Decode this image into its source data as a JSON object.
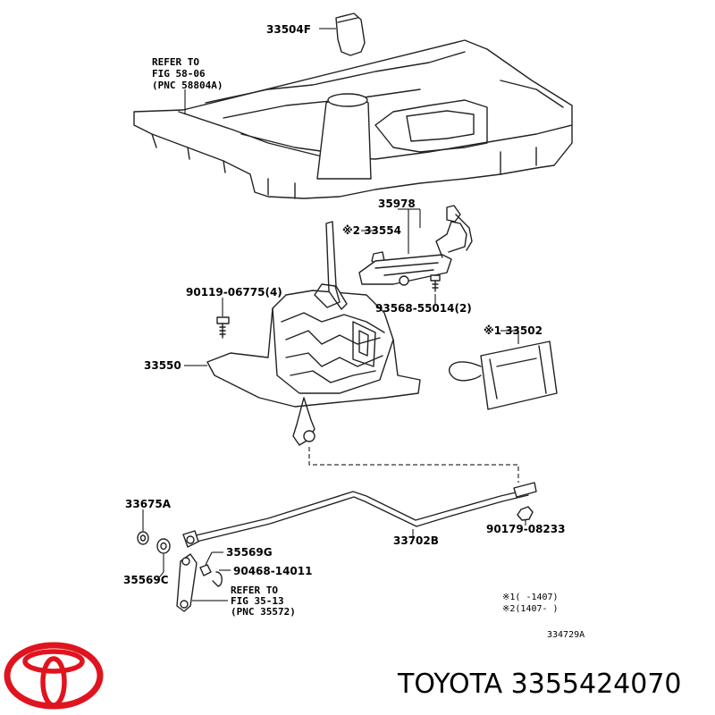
{
  "labels": {
    "knob": "33504F",
    "refer1_line1": "REFER TO",
    "refer1_line2": "FIG 58-06",
    "refer1_line3": "(PNC 58804A)",
    "p35978": "35978",
    "p33554": "※2 33554",
    "p93568": "93568-55014(2)",
    "p90119": "90119-06775(4)",
    "p33550": "33550",
    "p33502": "※1 33502",
    "p33675a": "33675A",
    "p35569c": "35569C",
    "p35569g": "35569G",
    "p90468": "90468-14011",
    "refer2_line1": "REFER TO",
    "refer2_line2": "FIG 35-13",
    "refer2_line3": "(PNC 35572)",
    "p33702b": "33702B",
    "p90179": "90179-08233",
    "note1": "※1(      -1407)",
    "note2": "※2(1407-     )",
    "figcode": "334729A"
  },
  "footer": {
    "brand_text": "TOYOTA 3355424070"
  },
  "colors": {
    "logo_red": "#e0141e",
    "line": "#222222"
  }
}
